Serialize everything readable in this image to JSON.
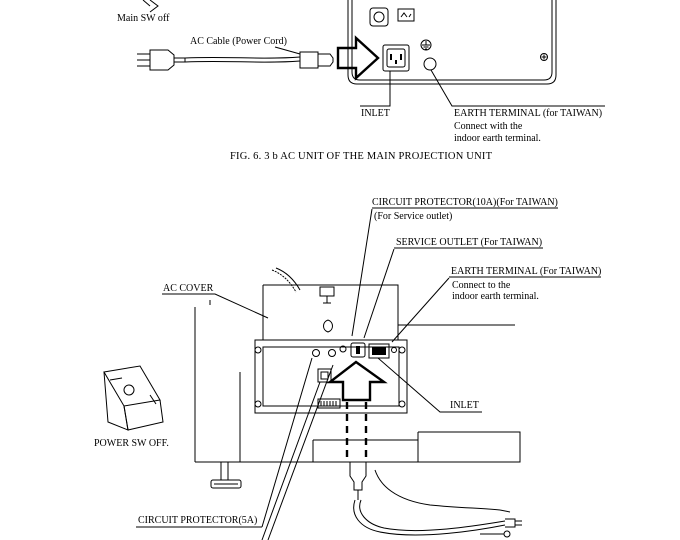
{
  "top_figure": {
    "labels": {
      "main_sw": "Main SW off",
      "ac_cable": "AC Cable (Power Cord)",
      "inlet": "INLET",
      "earth_terminal": "EARTH TERMINAL (for TAIWAN)",
      "earth_note_line1": "Connect with the",
      "earth_note_line2": "indoor earth terminal."
    },
    "caption": "FIG. 6. 3 b  AC UNIT OF THE MAIN PROJECTION UNIT"
  },
  "bottom_figure": {
    "labels": {
      "circuit_protector_10a": "CIRCUIT PROTECTOR(10A)(For TAIWAN)",
      "for_service_outlet": "(For Service outlet)",
      "service_outlet": "SERVICE OUTLET (For TAIWAN)",
      "earth_terminal": "EARTH TERMINAL (For TAIWAN)",
      "earth_note_line1": "Connect to the",
      "earth_note_line2": "indoor earth terminal.",
      "ac_cover": "AC COVER",
      "inlet": "INLET",
      "power_sw": "POWER SW OFF.",
      "circuit_protector_5a": "CIRCUIT PROTECTOR(5A)"
    }
  }
}
